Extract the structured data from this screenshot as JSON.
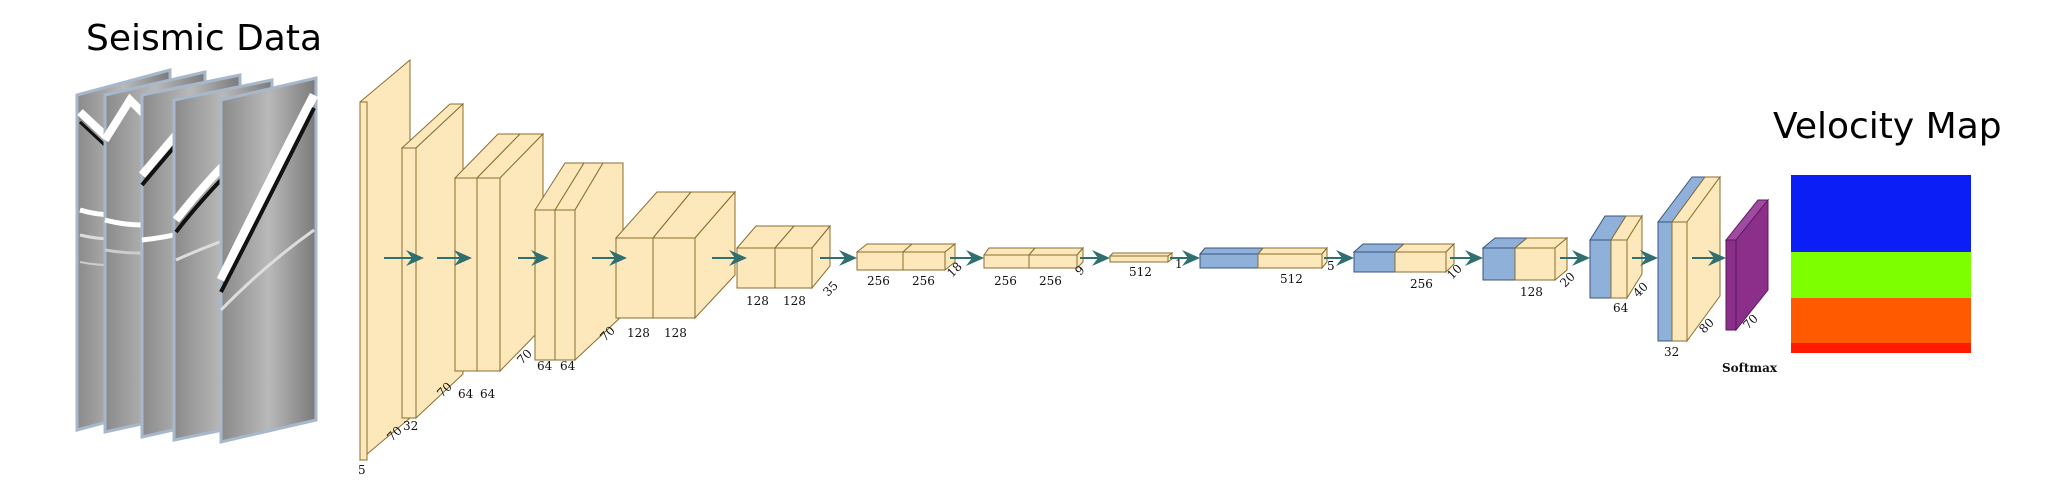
{
  "titles": {
    "seismic": "Seismic Data",
    "velocity": "Velocity Map",
    "softmax": "Softmax"
  },
  "colors": {
    "encoder_fill": "#fde8bb",
    "encoder_stroke": "#8a6d2f",
    "decoder_blue": "#8fb0d9",
    "softmax_purple": "#8b2f8b",
    "arrow": "#2f6f6f",
    "velocity_bands": [
      "#0a1ef5",
      "#7dff00",
      "#ff5a00",
      "#ff1a00"
    ]
  },
  "layers": [
    {
      "name": "input",
      "labels": [
        "5",
        "70"
      ]
    },
    {
      "name": "conv1",
      "labels": [
        "32"
      ]
    },
    {
      "name": "conv2",
      "labels": [
        "70",
        "64",
        "64"
      ]
    },
    {
      "name": "conv3",
      "labels": [
        "70",
        "64",
        "64"
      ]
    },
    {
      "name": "conv4",
      "labels": [
        "70",
        "128",
        "128"
      ]
    },
    {
      "name": "conv5",
      "labels": [
        "35",
        "128",
        "128"
      ]
    },
    {
      "name": "conv6",
      "labels": [
        "18",
        "256",
        "256"
      ]
    },
    {
      "name": "conv7",
      "labels": [
        "9",
        "256",
        "256"
      ]
    },
    {
      "name": "bottleneck",
      "labels": [
        "1",
        "512"
      ]
    },
    {
      "name": "deconv1",
      "labels": [
        "5",
        "512"
      ]
    },
    {
      "name": "deconv2",
      "labels": [
        "10",
        "256"
      ]
    },
    {
      "name": "deconv3",
      "labels": [
        "20",
        "128"
      ]
    },
    {
      "name": "deconv4",
      "labels": [
        "40",
        "64"
      ]
    },
    {
      "name": "deconv5",
      "labels": [
        "80",
        "32"
      ]
    },
    {
      "name": "output",
      "labels": [
        "70"
      ]
    }
  ]
}
